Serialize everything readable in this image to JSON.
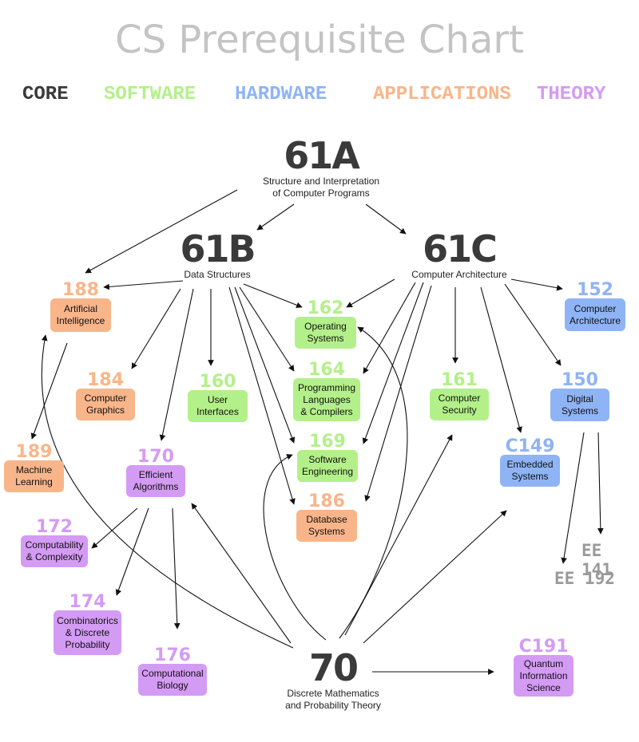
{
  "title": "CS Prerequisite Chart",
  "legend": {
    "core": "CORE",
    "software": "SOFTWARE",
    "hardware": "HARDWARE",
    "applications": "APPLICATIONS",
    "theory": "THEORY"
  },
  "colors": {
    "core": "#3a3a3a",
    "software": "#b4f08a",
    "hardware": "#8fb4f5",
    "applications": "#f9b58a",
    "theory": "#d49bf4",
    "external": "#9a9a9a"
  },
  "core": {
    "61a": {
      "num": "61A",
      "l1": "Structure and Interpretation",
      "l2": "of Computer Programs"
    },
    "61b": {
      "num": "61B",
      "l1": "Data Structures"
    },
    "61c": {
      "num": "61C",
      "l1": "Computer Architecture"
    },
    "70": {
      "num": "70",
      "l1": "Discrete Mathematics",
      "l2": "and Probability Theory"
    }
  },
  "courses": {
    "188": {
      "num": "188",
      "l1": "Artificial",
      "l2": "Intelligence"
    },
    "184": {
      "num": "184",
      "l1": "Computer",
      "l2": "Graphics"
    },
    "189": {
      "num": "189",
      "l1": "Machine",
      "l2": "Learning"
    },
    "160": {
      "num": "160",
      "l1": "User",
      "l2": "Interfaces"
    },
    "162": {
      "num": "162",
      "l1": "Operating",
      "l2": "Systems"
    },
    "164": {
      "num": "164",
      "l1": "Programming",
      "l2": "Languages",
      "l3": "& Compilers"
    },
    "169": {
      "num": "169",
      "l1": "Software",
      "l2": "Engineering"
    },
    "186": {
      "num": "186",
      "l1": "Database",
      "l2": "Systems"
    },
    "161": {
      "num": "161",
      "l1": "Computer",
      "l2": "Security"
    },
    "152": {
      "num": "152",
      "l1": "Computer",
      "l2": "Architecture"
    },
    "150": {
      "num": "150",
      "l1": "Digital",
      "l2": "Systems"
    },
    "c149": {
      "num": "C149",
      "l1": "Embedded",
      "l2": "Systems"
    },
    "170": {
      "num": "170",
      "l1": "Efficient",
      "l2": "Algorithms"
    },
    "172": {
      "num": "172",
      "l1": "Computability",
      "l2": "& Complexity"
    },
    "174": {
      "num": "174",
      "l1": "Combinatorics",
      "l2": "& Discrete",
      "l3": "Probability"
    },
    "176": {
      "num": "176",
      "l1": "Computational",
      "l2": "Biology"
    },
    "c191": {
      "num": "C191",
      "l1": "Quantum",
      "l2": "Information",
      "l3": "Science"
    }
  },
  "external": {
    "ee141": "EE 141",
    "ee192": "EE 192"
  }
}
